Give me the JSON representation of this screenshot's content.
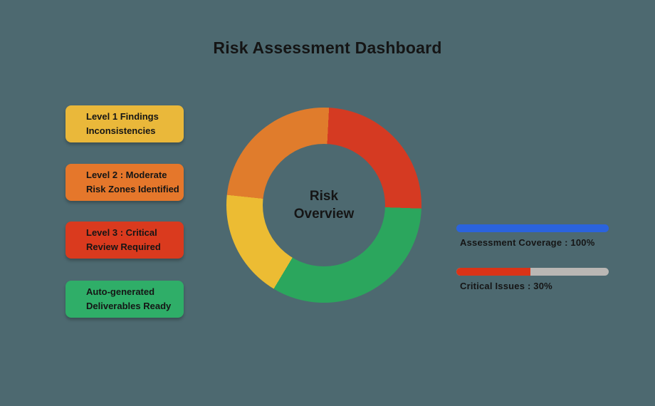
{
  "colors": {
    "bg": "#4d6970",
    "text": "#151515",
    "card_yellow": "#eab83a",
    "card_orange": "#e5772b",
    "card_red": "#da3a1e",
    "card_green": "#2fae68",
    "donut_red": "#d53a22",
    "donut_green": "#2ba65d",
    "donut_yellow": "#ecbc33",
    "donut_orange": "#e07c2c",
    "bar_blue": "#2b63dd",
    "bar_red": "#da3317",
    "bar_track": "#bab7b4"
  },
  "header": {
    "title": "Risk Assessment Dashboard"
  },
  "cards": [
    {
      "line1": "Level 1 Findings",
      "line2": "Inconsistencies"
    },
    {
      "line1": "Level 2 : Moderate",
      "line2": "Risk Zones Identified"
    },
    {
      "line1": "Level 3 : Critical",
      "line2": "Review Required"
    },
    {
      "line1": "Auto-generated",
      "line2": "Deliverables Ready"
    }
  ],
  "donut": {
    "center_line1": "Risk",
    "center_line2": "Overview"
  },
  "progress_bars": [
    {
      "label": "Assessment Coverage : 100%",
      "value_label": "100%",
      "fill_pct": 100
    },
    {
      "label": "Critical Issues : 30%",
      "value_label": "30%",
      "fill_pct": 48.6
    }
  ],
  "chart_data": [
    {
      "type": "pie",
      "donut": true,
      "title": "Risk Overview",
      "center_label": "Risk Overview",
      "rotate_deg": 3,
      "legend_position": "none",
      "segments": [
        {
          "name": "red",
          "pct": 25,
          "span_a_deg": 0,
          "span_b_deg": 89,
          "color": "#d53a22"
        },
        {
          "name": "green",
          "pct": 33,
          "span_a_deg": 89,
          "span_b_deg": 208,
          "color": "#2ba65d"
        },
        {
          "name": "yellow",
          "pct": 18,
          "span_a_deg": 208,
          "span_b_deg": 273,
          "color": "#ecbc33"
        },
        {
          "name": "orange",
          "pct": 24,
          "span_a_deg": 273,
          "span_b_deg": 360,
          "color": "#e07c2c"
        }
      ]
    },
    {
      "type": "bar",
      "orientation": "horizontal-progress",
      "title": "Assessment Coverage",
      "label": "Assessment Coverage : 100%",
      "shown_value_pct": 100,
      "fill_pct": 100,
      "fill_color": "#2b63dd"
    },
    {
      "type": "bar",
      "orientation": "horizontal-progress",
      "title": "Critical Issues",
      "label": "Critical Issues : 30%",
      "shown_value_pct": 30,
      "fill_pct": 48.6,
      "fill_color": "#da3317",
      "track_color": "#bab7b4"
    }
  ]
}
